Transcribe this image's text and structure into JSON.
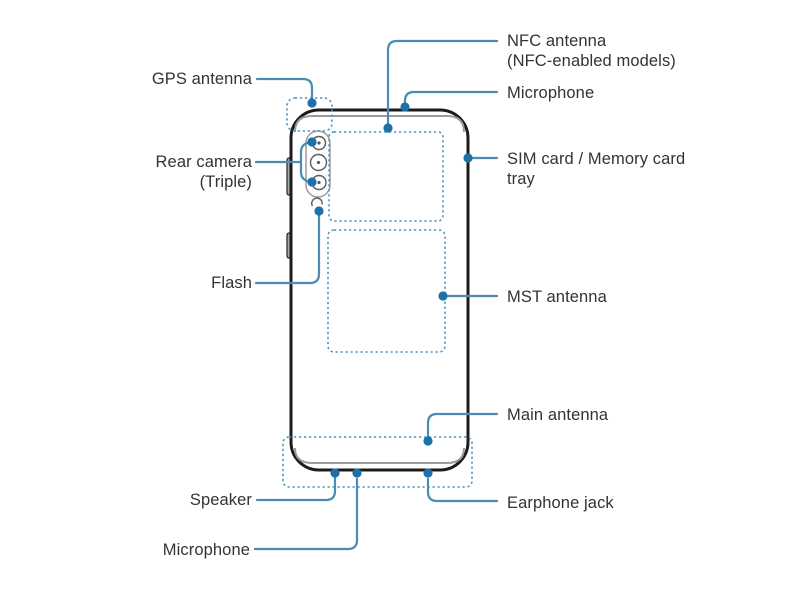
{
  "diagram": {
    "device": "Smartphone rear view parts diagram",
    "colors": {
      "leader_line": "#4a8cb3",
      "marker_dot": "#1f6fa8",
      "dashed_region": "#4a94bf",
      "phone_outline": "#1c1c1c",
      "label_text": "#333333",
      "background": "#ffffff"
    },
    "labels": {
      "gps_antenna": "GPS antenna",
      "nfc_antenna_line1": "NFC antenna",
      "nfc_antenna_line2": "(NFC-enabled models)",
      "microphone_top": "Microphone",
      "rear_camera_line1": "Rear camera",
      "rear_camera_line2": "(Triple)",
      "sim_tray_line1": "SIM card / Memory card",
      "sim_tray_line2": "tray",
      "flash": "Flash",
      "mst_antenna": "MST antenna",
      "main_antenna": "Main antenna",
      "speaker": "Speaker",
      "earphone_jack": "Earphone jack",
      "microphone_bottom": "Microphone"
    }
  }
}
